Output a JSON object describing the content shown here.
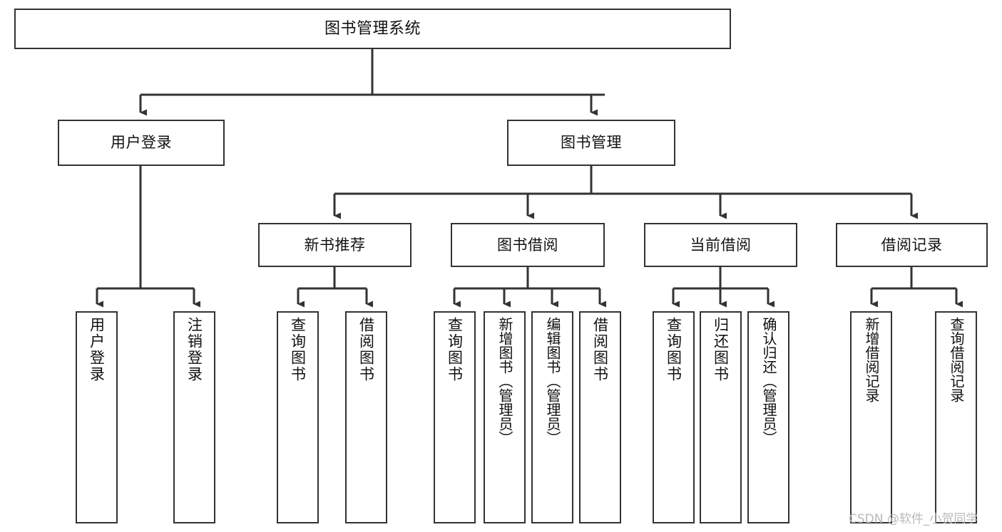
{
  "diagram": {
    "type": "tree-hierarchy-chart",
    "title": "图书管理系统",
    "orientation": "top-down",
    "edge_color": "#333333",
    "node_fill": "#ffffff",
    "node_border": "#333333"
  },
  "nodes": {
    "root": {
      "label": "图书管理系统"
    },
    "level2": [
      {
        "label": "用户登录"
      },
      {
        "label": "图书管理"
      }
    ],
    "level3": [
      {
        "label": "新书推荐"
      },
      {
        "label": "图书借阅"
      },
      {
        "label": "当前借阅"
      },
      {
        "label": "借阅记录"
      }
    ],
    "leaves": {
      "user_login": [
        {
          "label": "用户登录"
        },
        {
          "label": "注销登录"
        }
      ],
      "new_book_recommend": [
        {
          "label": "查询图书"
        },
        {
          "label": "借阅图书"
        }
      ],
      "book_borrow": [
        {
          "label": "查询图书"
        },
        {
          "label": "新增图书（管理员）"
        },
        {
          "label": "编辑图书（管理员）"
        },
        {
          "label": "借阅图书"
        }
      ],
      "current_borrow": [
        {
          "label": "查询图书"
        },
        {
          "label": "归还图书"
        },
        {
          "label": "确认归还（管理员）"
        }
      ],
      "borrow_record": [
        {
          "label": "新增借阅记录"
        },
        {
          "label": "查询借阅记录"
        }
      ]
    }
  },
  "watermark": {
    "text": "CSDN @软件_小贺同学"
  }
}
